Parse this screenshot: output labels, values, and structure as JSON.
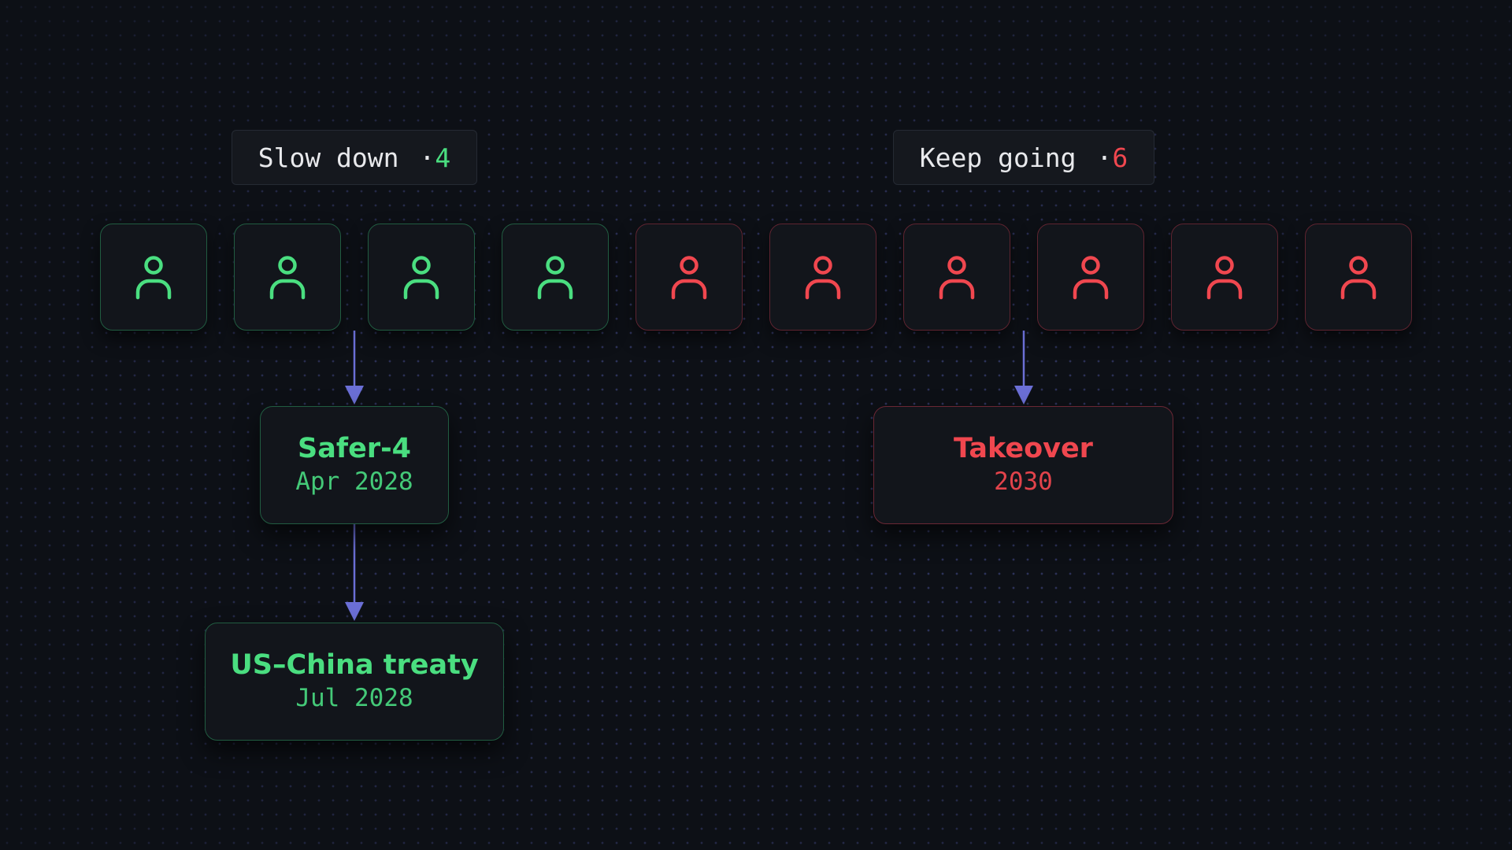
{
  "branches": {
    "slow": {
      "label": "Slow down",
      "dot": "·",
      "count": "4",
      "color": "#4ade80"
    },
    "keep": {
      "label": "Keep going",
      "dot": "·",
      "count": "6",
      "color": "#f0474f"
    }
  },
  "people": [
    {
      "side": "slow",
      "icon": "person-icon"
    },
    {
      "side": "slow",
      "icon": "person-icon"
    },
    {
      "side": "slow",
      "icon": "person-icon"
    },
    {
      "side": "slow",
      "icon": "person-icon"
    },
    {
      "side": "keep",
      "icon": "person-icon"
    },
    {
      "side": "keep",
      "icon": "person-icon"
    },
    {
      "side": "keep",
      "icon": "person-icon"
    },
    {
      "side": "keep",
      "icon": "person-icon"
    },
    {
      "side": "keep",
      "icon": "person-icon"
    },
    {
      "side": "keep",
      "icon": "person-icon"
    }
  ],
  "outcomes": {
    "safer": {
      "title": "Safer-4",
      "date": "Apr 2028"
    },
    "treaty": {
      "title": "US–China treaty",
      "date": "Jul 2028"
    },
    "takeover": {
      "title": "Takeover",
      "date": "2030"
    }
  },
  "colors": {
    "background": "#0d1016",
    "arrow": "#6b6fd6",
    "green": "#4ade80",
    "red": "#f0474f"
  }
}
